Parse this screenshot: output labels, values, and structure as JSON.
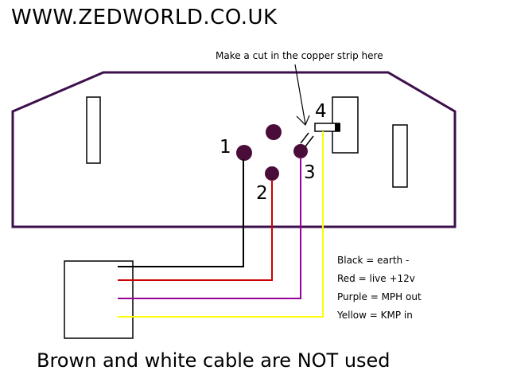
{
  "header": {
    "site": "WWW.ZEDWORLD.CO.UK"
  },
  "annotation": {
    "cut_note": "Make a cut in the copper strip here"
  },
  "pins": [
    {
      "label": "1"
    },
    {
      "label": "2"
    },
    {
      "label": "3"
    },
    {
      "label": "4"
    }
  ],
  "legend": [
    {
      "text": "Black = earth -",
      "color": "#000000"
    },
    {
      "text": "Red = live +12v",
      "color": "#cc0000"
    },
    {
      "text": "Purple =  MPH out",
      "color": "#990099"
    },
    {
      "text": "Yellow = KMP in",
      "color": "#ffff00"
    }
  ],
  "footer": {
    "note": "Brown and white cable are NOT used"
  },
  "colors": {
    "outline": "#3d0f4b",
    "pin_fill": "#4a0d3a",
    "black_wire": "#000000",
    "red_wire": "#cc0000",
    "purple_wire": "#990099",
    "yellow_wire": "#ffff00"
  }
}
